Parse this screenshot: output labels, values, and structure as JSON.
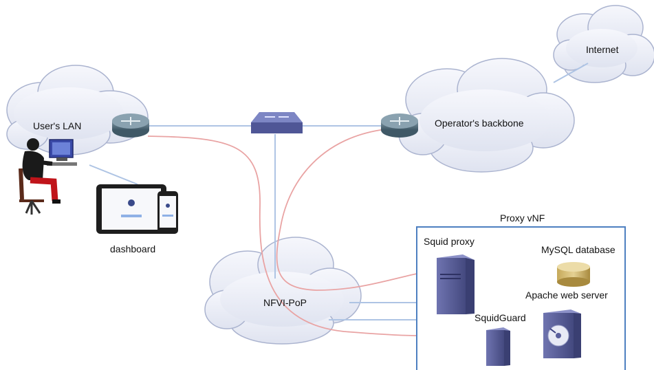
{
  "labels": {
    "users_lan": "User's LAN",
    "internet": "Internet",
    "operators_backbone": "Operator's backbone",
    "nfvi_pop": "NFVI-PoP",
    "dashboard": "dashboard",
    "proxy_vnf": "Proxy vNF",
    "squid_proxy": "Squid proxy",
    "mysql_database": "MySQL database",
    "apache_web_server": "Apache web server",
    "squidguard": "SquidGuard"
  },
  "colors": {
    "cloud_fill": "#eef0f8",
    "cloud_stroke": "#aab3cf",
    "blue_link": "#aec4e4",
    "red_link": "#e9a3a3",
    "box_border": "#4d7fc0",
    "server": "#5a5f9c",
    "router": "#56707f"
  },
  "icons": [
    "router-icon",
    "switch-icon",
    "user-at-computer-icon",
    "tablet-icon",
    "phone-icon",
    "server-icon",
    "database-icon",
    "disk-server-icon"
  ]
}
